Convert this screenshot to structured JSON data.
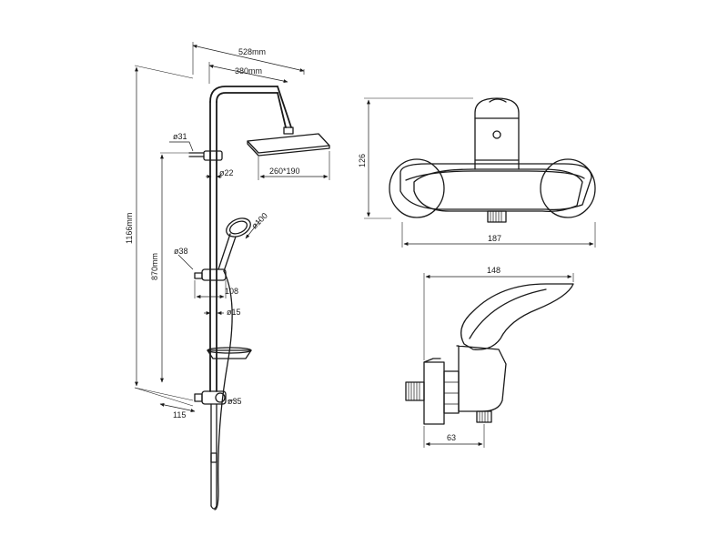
{
  "dimensions": {
    "bar_width": "528mm",
    "arm_length": "380mm",
    "total_height": "1166mm",
    "bar_height": "870mm",
    "bracket_diameter": "ø31",
    "tube_diameter": "ø22",
    "head_size": "260*190",
    "handshower_diameter": "ø100",
    "slider_diameter": "ø38",
    "slider_depth": "108",
    "lower_tube_diameter": "ø15",
    "diverter_diameter": "ø35",
    "diverter_depth": "115",
    "mixer_height": "126",
    "mixer_width": "187",
    "mixer_side_width": "148",
    "mixer_side_depth": "63"
  }
}
